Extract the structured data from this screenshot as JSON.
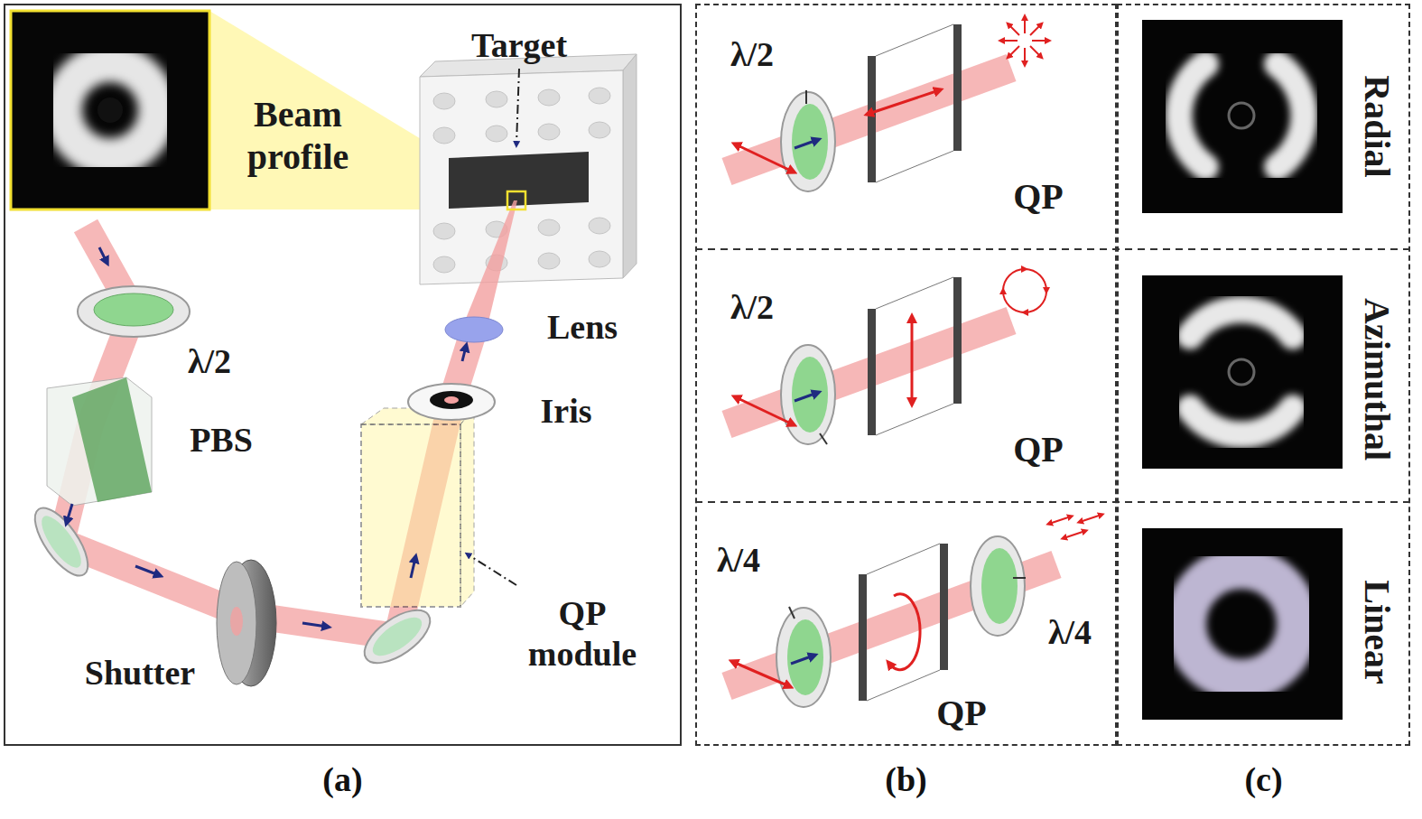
{
  "diagram": {
    "nodes": [
      {
        "text": [
          "(a)"
        ]
      },
      {
        "text": [
          "(b)"
        ]
      },
      {
        "text": [
          "(c)"
        ]
      }
    ],
    "labels": [
      "Beam profile",
      "Target",
      "λ/2",
      "Lens",
      "PBS",
      "Iris",
      "Shutter",
      "QP module",
      "λ/2",
      "QP",
      "Radial",
      "λ/2",
      "QP",
      "Azimuthal",
      "λ/4",
      "λ/4",
      "QP",
      "Linear"
    ]
  }
}
